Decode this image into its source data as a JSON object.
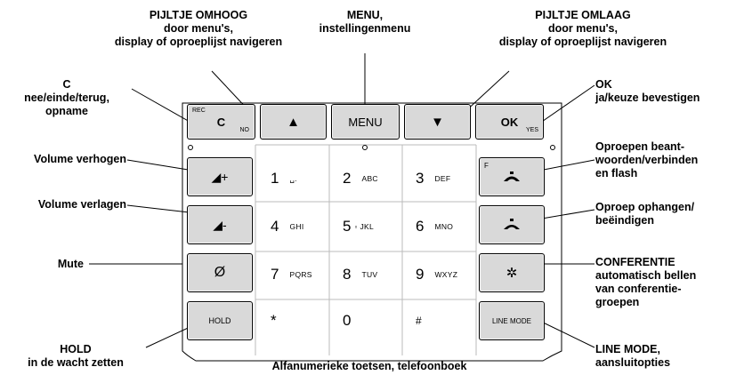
{
  "callouts": {
    "up_arrow": {
      "title": "PIJLTJE OMHOOG",
      "line2": "door menu's,",
      "line3": "display of oproeplijst navigeren"
    },
    "menu": {
      "title": "MENU,",
      "line2": "instellingenmenu"
    },
    "down_arrow": {
      "title": "PIJLTJE OMLAAG",
      "line2": "door menu's,",
      "line3": "display of oproeplijst navigeren"
    },
    "c_key": {
      "title": "C",
      "line2": "nee/einde/terug,",
      "line3": "opname"
    },
    "ok_key": {
      "title": "OK",
      "line2": "ja/keuze bevestigen"
    },
    "volume_up": {
      "title": "Volume verhogen"
    },
    "volume_down": {
      "title": "Volume verlagen"
    },
    "mute": {
      "title": "Mute"
    },
    "hold": {
      "title": "HOLD",
      "line2": "in de wacht zetten"
    },
    "answer": {
      "line1": "Oproepen beant-",
      "line2": "woorden/verbinden",
      "line3": "en flash"
    },
    "hangup": {
      "line1": "Oproep ophangen/",
      "line2": "beëindigen"
    },
    "conference": {
      "title": "CONFERENTIE",
      "line2": "automatisch bellen",
      "line3": "van conferentie-",
      "line4": "groepen"
    },
    "line_mode": {
      "title": "LINE MODE,",
      "line2": "aansluitopties"
    },
    "alphanumeric": {
      "title": "Alfanumerieke toetsen, telefoonboek"
    }
  },
  "keys": {
    "c": {
      "label": "C",
      "top_small": "REC",
      "corner": "NO"
    },
    "up": {
      "symbol": "▲"
    },
    "menu": {
      "label": "MENU"
    },
    "down": {
      "symbol": "▼"
    },
    "ok": {
      "label": "OK",
      "corner": "YES"
    },
    "vol_up": {
      "symbol": "◢+"
    },
    "vol_down": {
      "symbol": "◢-"
    },
    "mute": {
      "symbol": "Ø"
    },
    "hold": {
      "label": "HOLD"
    },
    "answer": {
      "flag": "F"
    },
    "conference": {
      "symbol": "✲"
    },
    "line_mode": {
      "label": "LINE MODE"
    },
    "digits": [
      {
        "d": "1",
        "l": "␣."
      },
      {
        "d": "2",
        "l": "ABC"
      },
      {
        "d": "3",
        "l": "DEF"
      },
      {
        "d": "4",
        "l": "GHI"
      },
      {
        "d": "5",
        "l": "▫ JKL"
      },
      {
        "d": "6",
        "l": "MNO"
      },
      {
        "d": "7",
        "l": "PQRS"
      },
      {
        "d": "8",
        "l": "TUV"
      },
      {
        "d": "9",
        "l": "WXYZ"
      },
      {
        "d": "*",
        "l": ""
      },
      {
        "d": "0",
        "l": ""
      },
      {
        "d": "#",
        "l": ""
      }
    ]
  }
}
